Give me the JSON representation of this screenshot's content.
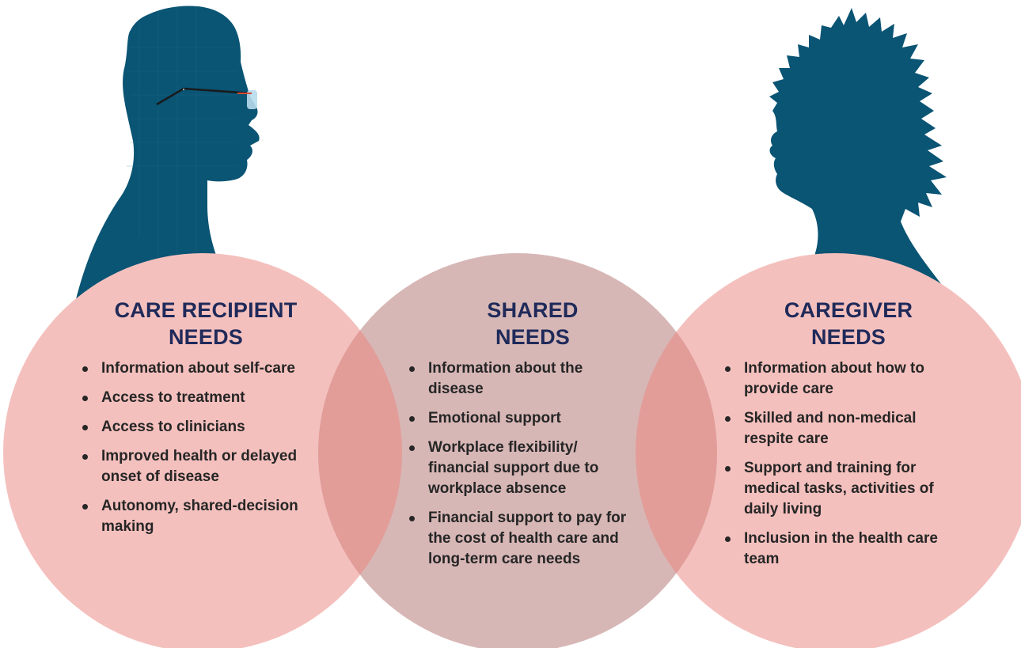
{
  "colors": {
    "silhouette": "#0a5474",
    "side_circle": "#f4c0bd",
    "center_circle": "#d7b7b6",
    "overlap": "#e29d99",
    "heading": "#1f2a5a",
    "text": "#262626"
  },
  "icons": [
    "man-silhouette-with-glasses",
    "woman-silhouette-curly-hair"
  ],
  "groups": [
    {
      "title_line1": "CARE RECIPIENT",
      "title_line2": "NEEDS",
      "items": [
        "Information about self-care",
        "Access to treatment",
        "Access to clinicians",
        "Improved health or delayed onset of disease",
        "Autonomy, shared-decision making"
      ]
    },
    {
      "title_line1": "SHARED",
      "title_line2": "NEEDS",
      "items": [
        "Information about the disease",
        "Emotional support",
        "Workplace flexibility/ financial support due to workplace absence",
        "Financial support to pay for the cost of health care and long-term care needs"
      ]
    },
    {
      "title_line1": "CAREGIVER",
      "title_line2": "NEEDS",
      "items": [
        "Information about how to provide care",
        "Skilled and non-medical respite care",
        "Support and training for medical tasks, activities of daily living",
        "Inclusion in the health care team"
      ]
    }
  ]
}
